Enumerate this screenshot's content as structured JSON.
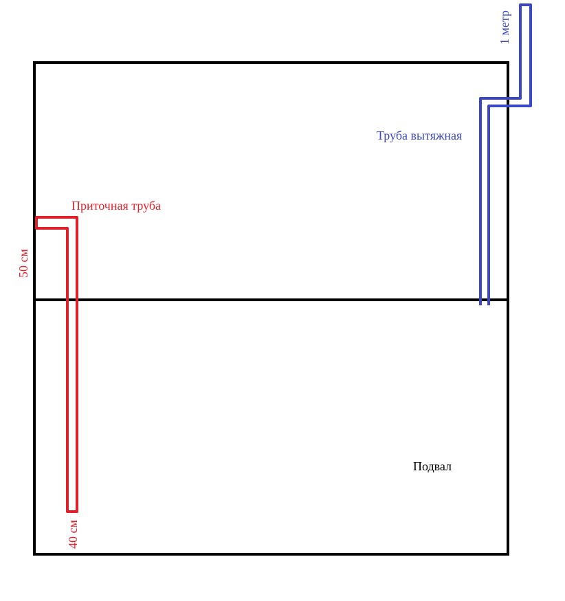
{
  "labels": {
    "supply_pipe": "Приточная труба",
    "exhaust_pipe": "Труба вытяжная",
    "basement": "Подвал",
    "supply_top_dim": "50 см",
    "supply_bottom_dim": "40 см",
    "exhaust_top_dim": "1 метр"
  },
  "colors": {
    "walls": "#000000",
    "supply": "#e0202a",
    "exhaust": "#3a48c8",
    "basement_text": "#000000"
  }
}
